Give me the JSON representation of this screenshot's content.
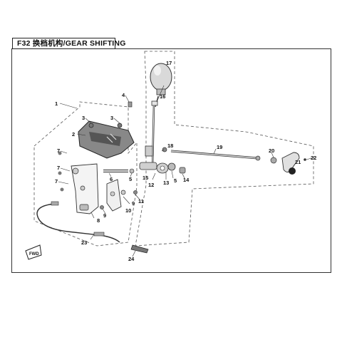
{
  "title": "F32 换档机构/GEAR SHIFTING",
  "callouts": [
    {
      "id": "c1",
      "label": "1"
    },
    {
      "id": "c2",
      "label": "2"
    },
    {
      "id": "c3a",
      "label": "3"
    },
    {
      "id": "c3b",
      "label": "3"
    },
    {
      "id": "c4",
      "label": "4"
    },
    {
      "id": "c5a",
      "label": "5"
    },
    {
      "id": "c5b",
      "label": "5"
    },
    {
      "id": "c6",
      "label": "6"
    },
    {
      "id": "c7a",
      "label": "7"
    },
    {
      "id": "c7b",
      "label": "7"
    },
    {
      "id": "c7c",
      "label": "7"
    },
    {
      "id": "c8",
      "label": "8"
    },
    {
      "id": "c9a",
      "label": "9"
    },
    {
      "id": "c9b",
      "label": "9"
    },
    {
      "id": "c10",
      "label": "10"
    },
    {
      "id": "c11",
      "label": "11"
    },
    {
      "id": "c12",
      "label": "12"
    },
    {
      "id": "c13",
      "label": "13"
    },
    {
      "id": "c14",
      "label": "14"
    },
    {
      "id": "c15",
      "label": "15"
    },
    {
      "id": "c16",
      "label": "16"
    },
    {
      "id": "c17",
      "label": "17"
    },
    {
      "id": "c18",
      "label": "18"
    },
    {
      "id": "c19",
      "label": "19"
    },
    {
      "id": "c20",
      "label": "20"
    },
    {
      "id": "c21",
      "label": "21"
    },
    {
      "id": "c22",
      "label": "22"
    },
    {
      "id": "c23",
      "label": "23"
    },
    {
      "id": "c24",
      "label": "24"
    }
  ],
  "fwd_label": "FWD"
}
